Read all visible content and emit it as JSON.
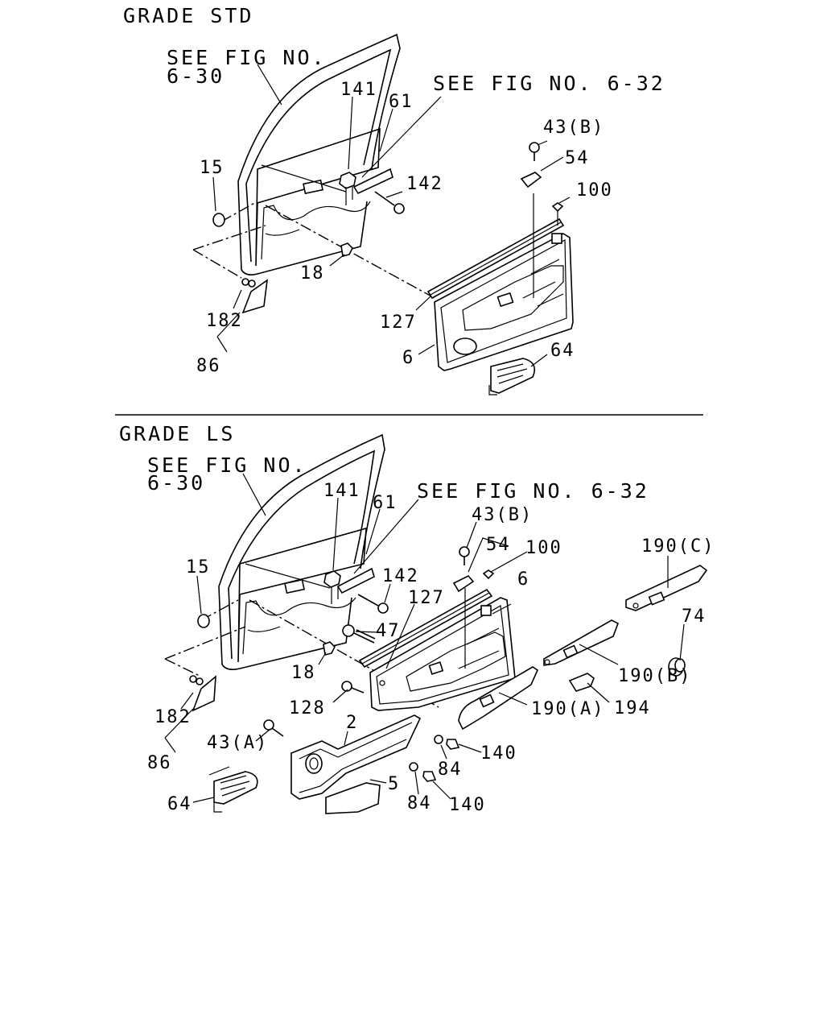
{
  "sections": [
    {
      "title": "GRADE STD",
      "see_fig_left": [
        "SEE FIG NO.",
        "6-30"
      ],
      "see_fig_right": "SEE FIG NO. 6-32",
      "callouts": [
        "141",
        "61",
        "43(B)",
        "54",
        "100",
        "15",
        "142",
        "18",
        "182",
        "86",
        "127",
        "6",
        "64"
      ]
    },
    {
      "title": "GRADE LS",
      "see_fig_left": [
        "SEE FIG NO.",
        "6-30"
      ],
      "see_fig_right": "SEE FIG NO. 6-32",
      "callouts": [
        "141",
        "61",
        "43(B)",
        "54",
        "100",
        "15",
        "142",
        "127",
        "6",
        "190(C)",
        "74",
        "47",
        "18",
        "128",
        "190(B)",
        "182",
        "2",
        "190(A)",
        "194",
        "43(A)",
        "140",
        "84",
        "86",
        "5",
        "64",
        "84",
        "140"
      ]
    }
  ]
}
